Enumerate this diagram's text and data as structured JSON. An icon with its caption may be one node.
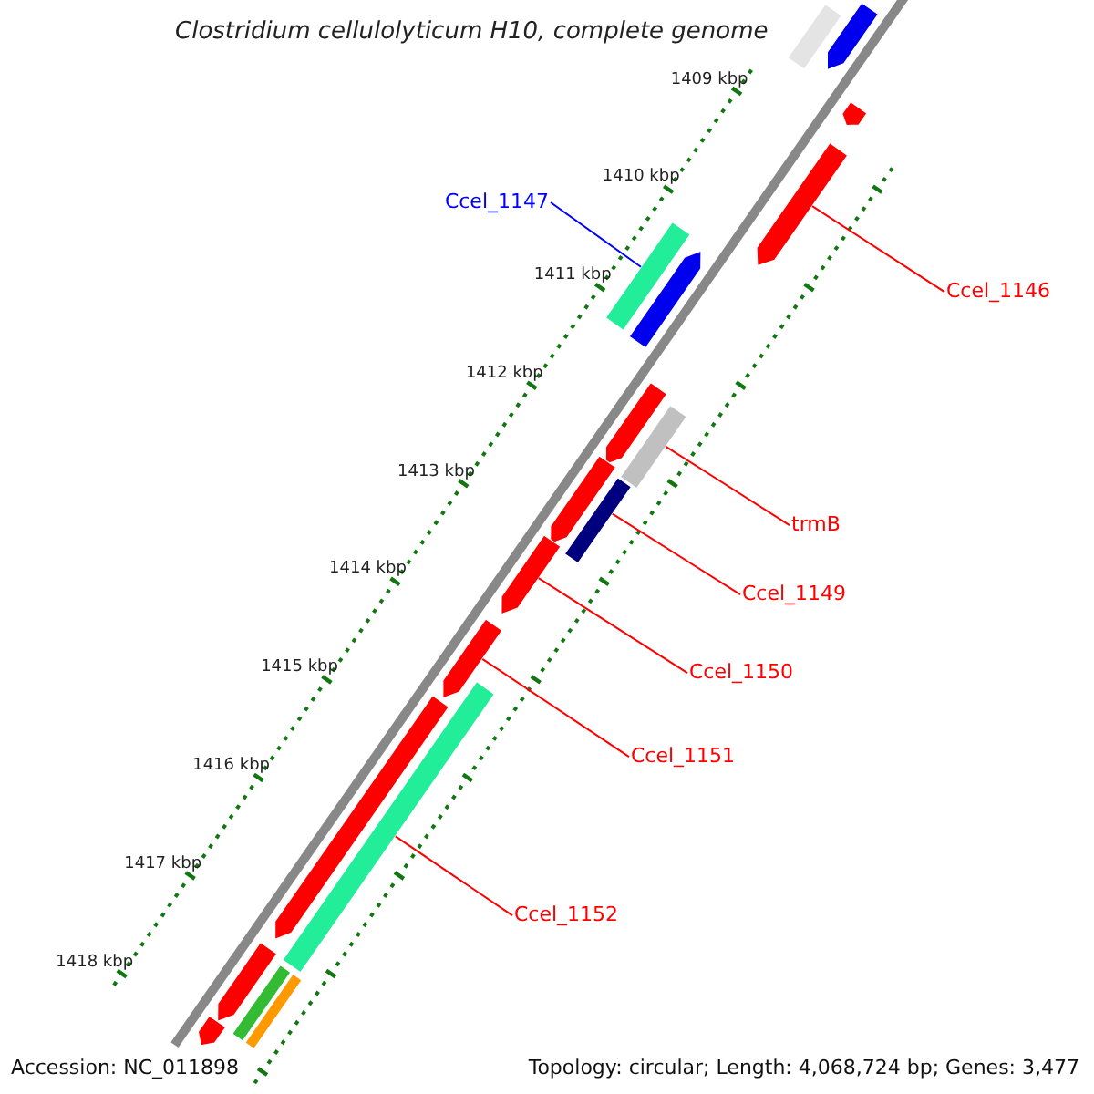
{
  "diagram": {
    "title": "Clostridium cellulolyticum H10, complete genome",
    "nodes": [
      {
        "text": [
          "Ccel_1147"
        ]
      },
      {
        "text": [
          "Ccel_1146"
        ]
      },
      {
        "text": [
          "trmB"
        ]
      },
      {
        "text": [
          "Ccel_1149"
        ]
      },
      {
        "text": [
          "Ccel_1150"
        ]
      },
      {
        "text": [
          "Ccel_1151"
        ]
      },
      {
        "text": [
          "Ccel_1152"
        ]
      },
      {
        "text": [],
        "shape": "bar"
      },
      {
        "text": [],
        "shape": "arrow"
      },
      {
        "text": [],
        "shape": "arrow"
      },
      {
        "text": [],
        "shape": "arrow"
      },
      {
        "text": [],
        "shape": "bar"
      },
      {
        "text": [],
        "shape": "arrow"
      },
      {
        "text": [],
        "shape": "arrow"
      },
      {
        "text": [],
        "shape": "bar"
      },
      {
        "text": [],
        "shape": "arrow"
      },
      {
        "text": [],
        "shape": "bar"
      },
      {
        "text": [],
        "shape": "arrow"
      },
      {
        "text": [],
        "shape": "arrow"
      },
      {
        "text": [],
        "shape": "bar"
      },
      {
        "text": [],
        "shape": "arrow"
      },
      {
        "text": [],
        "shape": "arrow"
      },
      {
        "text": [],
        "shape": "bar"
      },
      {
        "text": [],
        "shape": "bar"
      },
      {
        "text": [],
        "shape": "arrow"
      }
    ],
    "edges": [
      {
        "from": 0,
        "to": 11,
        "arrow": "none",
        "color": "#0000ff"
      },
      {
        "from": 1,
        "to": 10,
        "arrow": "none"
      },
      {
        "from": 2,
        "to": 14,
        "arrow": "none"
      },
      {
        "from": 3,
        "to": 16,
        "arrow": "none"
      },
      {
        "from": 4,
        "to": 17,
        "arrow": "none"
      },
      {
        "from": 5,
        "to": 18,
        "arrow": "none"
      },
      {
        "from": 6,
        "to": 19,
        "arrow": "none"
      }
    ],
    "labels": [
      "1409 kbp",
      "1410 kbp",
      "1411 kbp",
      "1412 kbp",
      "1413 kbp",
      "1414 kbp",
      "1415 kbp",
      "1416 kbp",
      "1417 kbp",
      "1418 kbp",
      "Accession: NC_011898",
      "Topology: circular; Length: 4,068,724 bp; Genes: 3,477"
    ]
  }
}
